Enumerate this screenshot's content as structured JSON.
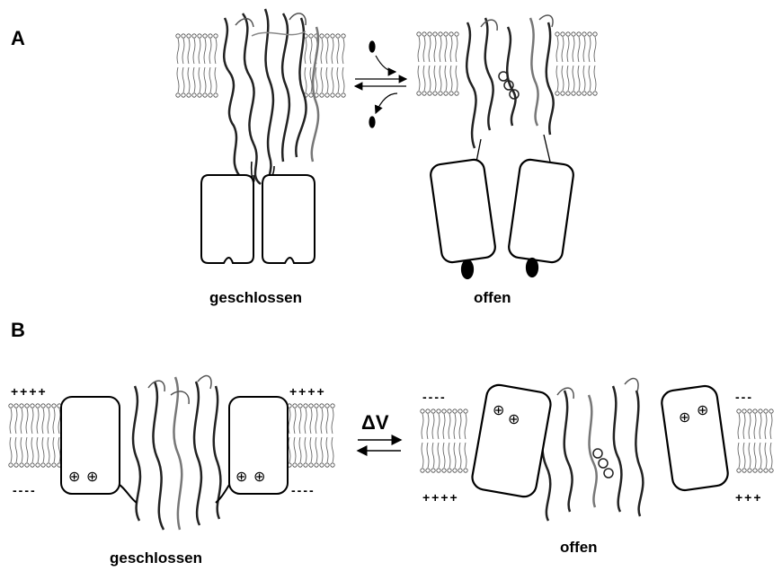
{
  "panel_a": {
    "label": "A",
    "closed_caption": "geschlossen",
    "open_caption": "offen"
  },
  "panel_b": {
    "label": "B",
    "closed_caption": "geschlossen",
    "open_caption": "offen",
    "voltage_label": "ΔV",
    "charges": {
      "closed_left_top": "++++",
      "closed_left_bottom": "----",
      "closed_right_top": "++++",
      "closed_right_bottom": "----",
      "open_left_top": "----",
      "open_left_bottom": "++++",
      "open_right_top": "---",
      "open_right_bottom": "+++"
    },
    "sensor_charge_symbol": "⊕"
  }
}
